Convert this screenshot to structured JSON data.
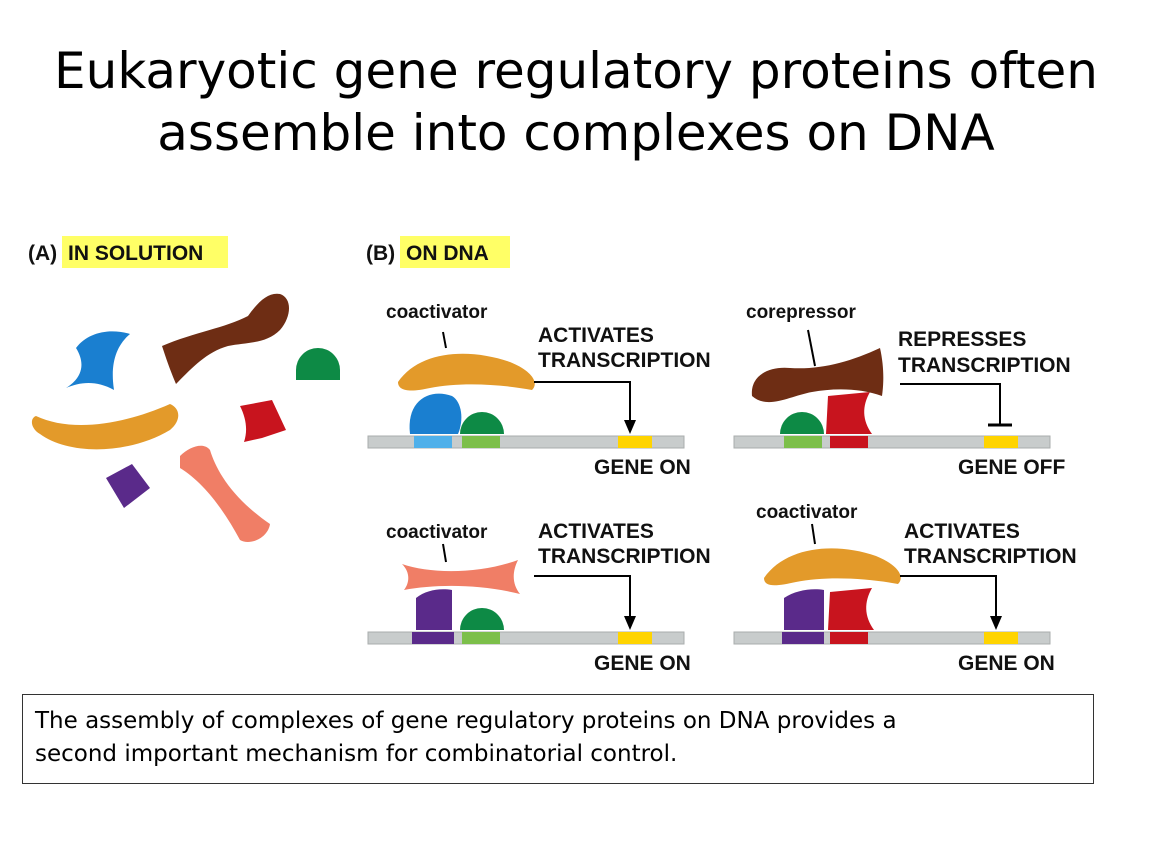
{
  "slide": {
    "title_line1": "Eukaryotic gene regulatory proteins often",
    "title_line2": "assemble into complexes on DNA",
    "caption_line1": "The assembly of complexes of gene regulatory proteins on DNA provides a",
    "caption_line2": "second important mechanism for combinatorial control."
  },
  "panel_a": {
    "letter": "(A)",
    "label": "IN SOLUTION"
  },
  "panel_b": {
    "letter": "(B)",
    "label": "ON DNA"
  },
  "complexes": [
    {
      "cofactor": "coactivator",
      "effect_line1": "ACTIVATES",
      "effect_line2": "TRANSCRIPTION",
      "gene_state": "GENE ON"
    },
    {
      "cofactor": "corepressor",
      "effect_line1": "REPRESSES",
      "effect_line2": "TRANSCRIPTION",
      "gene_state": "GENE OFF"
    },
    {
      "cofactor": "coactivator",
      "effect_line1": "ACTIVATES",
      "effect_line2": "TRANSCRIPTION",
      "gene_state": "GENE ON"
    },
    {
      "cofactor": "coactivator",
      "effect_line1": "ACTIVATES",
      "effect_line2": "TRANSCRIPTION",
      "gene_state": "GENE ON"
    }
  ],
  "colors": {
    "highlight": "#ffff66",
    "dna": "#c8cccc",
    "gene": "#ffd400",
    "blue_protein": "#1a7fd0",
    "green_protein": "#0d8a45",
    "red_protein": "#c8141e",
    "purple_protein": "#5a2a8a",
    "coactivator_orange": "#e39a2a",
    "corepressor_brown": "#6e2d14",
    "coactivator_salmon": "#f07e66"
  }
}
